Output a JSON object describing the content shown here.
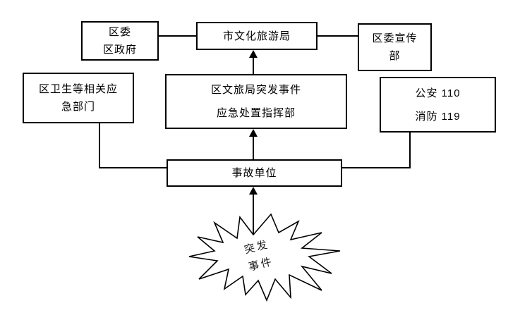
{
  "page": {
    "background": "#ffffff",
    "line_color": "#000000"
  },
  "nodes": {
    "district_committee": {
      "lines": [
        "区委",
        "区政府"
      ]
    },
    "city_culture_tourism_bureau": {
      "label": "市文化旅游局"
    },
    "district_propaganda_dept": {
      "lines": [
        "区委宣传",
        "部"
      ]
    },
    "district_health_emergency_depts": {
      "lines": [
        "区卫生等相关应",
        "急部门"
      ]
    },
    "district_bureau_emergency_hq": {
      "lines": [
        "区文旅局突发事件",
        "应急处置指挥部"
      ]
    },
    "police_fire": {
      "lines": [
        "公安 110",
        "消防 119"
      ]
    },
    "accident_unit": {
      "label": "事故单位"
    },
    "emergency_event": {
      "lines": [
        "突发",
        "事件"
      ]
    }
  }
}
